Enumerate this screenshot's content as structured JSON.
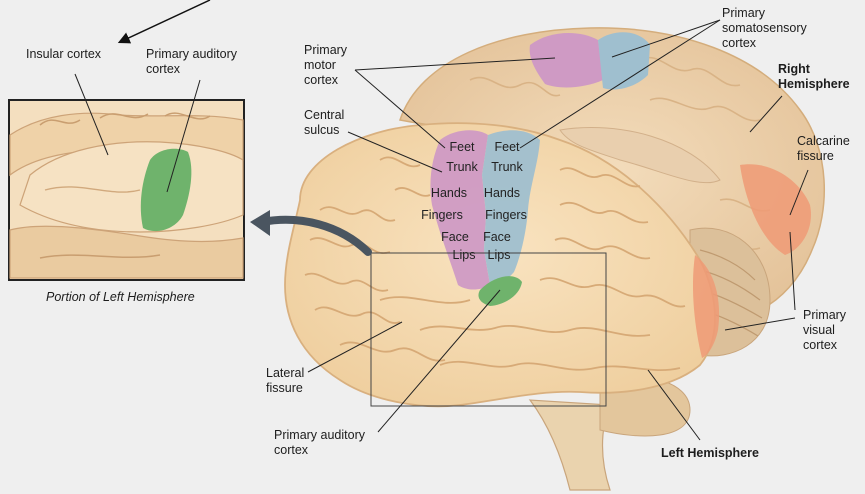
{
  "labels": {
    "insular_cortex": "Insular cortex",
    "primary_auditory_inset": "Primary auditory\ncortex",
    "portion_caption": "Portion of Left Hemisphere",
    "primary_motor": "Primary\nmotor\ncortex",
    "central_sulcus": "Central\nsulcus",
    "primary_somatosensory": "Primary\nsomatosensory\ncortex",
    "right_hemisphere": "Right\nHemisphere",
    "calcarine_fissure": "Calcarine\nfissure",
    "primary_visual": "Primary\nvisual\ncortex",
    "lateral_fissure": "Lateral\nfissure",
    "primary_auditory_main": "Primary auditory\ncortex",
    "left_hemisphere": "Left Hemisphere"
  },
  "motor_regions": [
    "Feet",
    "Trunk",
    "Hands",
    "Fingers",
    "Face",
    "Lips"
  ],
  "sensory_regions": [
    "Feet",
    "Trunk",
    "Hands",
    "Fingers",
    "Face",
    "Lips"
  ],
  "colors": {
    "background": "#efefef",
    "brain_fill": "#f6dcb3",
    "brain_stroke": "#d9b07f",
    "motor": "#cf9ac4",
    "somatosensory": "#9fbfcf",
    "auditory": "#6fb36c",
    "visual": "#ee9a76",
    "cerebellum": "#dcc09a"
  }
}
